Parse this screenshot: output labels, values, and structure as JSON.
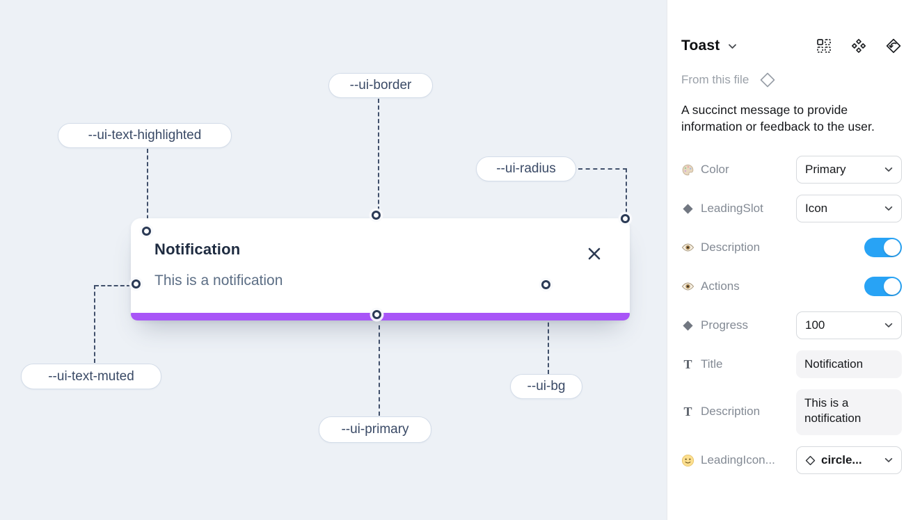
{
  "colors": {
    "canvas_bg": "#edf1f6",
    "toast_primary": "#a855f7",
    "toggle_on": "#28a3f5",
    "annotation_ink": "#41506b"
  },
  "canvas": {
    "toast": {
      "title": "Notification",
      "description": "This is a notification"
    },
    "annotations": [
      {
        "label": "--ui-border"
      },
      {
        "label": "--ui-text-highlighted"
      },
      {
        "label": "--ui-radius"
      },
      {
        "label": "--ui-text-muted"
      },
      {
        "label": "--ui-primary"
      },
      {
        "label": "--ui-bg"
      }
    ]
  },
  "panel": {
    "title": "Toast",
    "source": "From this file",
    "description": "A succinct message to provide information or feedback to the user.",
    "properties": [
      {
        "label": "Color",
        "control": "select",
        "value": "Primary"
      },
      {
        "label": "LeadingSlot",
        "control": "select",
        "value": "Icon"
      },
      {
        "label": "Description",
        "control": "toggle",
        "value": true
      },
      {
        "label": "Actions",
        "control": "toggle",
        "value": true
      },
      {
        "label": "Progress",
        "control": "select",
        "value": "100"
      },
      {
        "label": "Title",
        "control": "field",
        "value": "Notification"
      },
      {
        "label": "Description",
        "control": "field",
        "value": "This is a notification"
      },
      {
        "label": "LeadingIcon...",
        "control": "select",
        "value": "circle..."
      }
    ]
  }
}
